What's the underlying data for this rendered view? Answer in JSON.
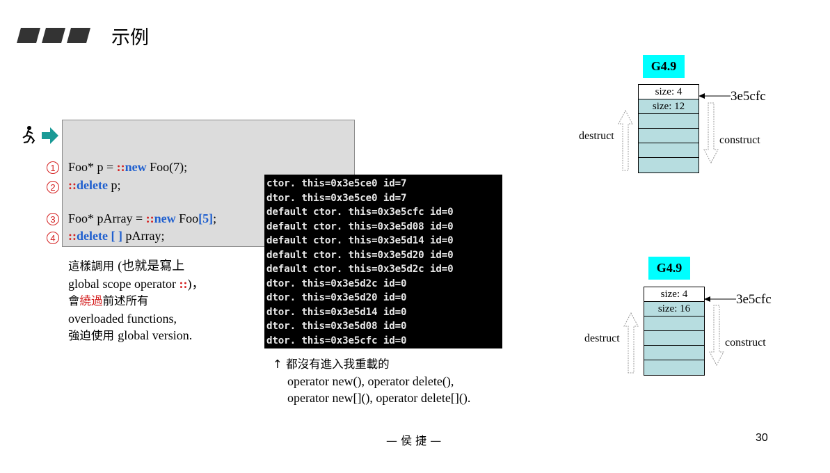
{
  "title": "示例",
  "code": {
    "line1": {
      "num": "1",
      "pre": "Foo* p = ",
      "op": "::",
      "kw": "new",
      "post": " Foo(7);"
    },
    "line2": {
      "num": "2",
      "op": "::",
      "kw": "delete",
      "post": " p;"
    },
    "line3": {
      "num": "3",
      "pre": "Foo* pArray = ",
      "op": "::",
      "kw": "new",
      "mid": " Foo",
      "br": "[5]",
      "post": ";"
    },
    "line4": {
      "num": "4",
      "op": "::",
      "kw": "delete [ ]",
      "post": " pArray;"
    }
  },
  "explanation": {
    "l1a": "這樣調用 ",
    "l1b": "(也就是寫上",
    "l2a": "global scope operator ",
    "l2op": "::",
    "l2b": ")，",
    "l3a": "會",
    "l3b": "繞過",
    "l3c": "前述所有",
    "l4": "overloaded functions,",
    "l5a": "強迫使用 ",
    "l5b": "global version."
  },
  "console_lines": [
    "ctor. this=0x3e5ce0 id=7",
    "dtor. this=0x3e5ce0 id=7",
    "default ctor. this=0x3e5cfc id=0",
    "default ctor. this=0x3e5d08 id=0",
    "default ctor. this=0x3e5d14 id=0",
    "default ctor. this=0x3e5d20 id=0",
    "default ctor. this=0x3e5d2c id=0",
    "dtor. this=0x3e5d2c id=0",
    "dtor. this=0x3e5d20 id=0",
    "dtor. this=0x3e5d14 id=0",
    "dtor. this=0x3e5d08 id=0",
    "dtor. this=0x3e5cfc id=0"
  ],
  "note": {
    "l1": "↑ 都沒有進入我重載的",
    "l2": "operator new(), operator delete(),",
    "l3": "operator new[](), operator delete[]()."
  },
  "diagram1": {
    "label": "G4.9",
    "cell0": "size: 4",
    "cell1": "size: 12",
    "address": "3e5cfc",
    "left_label": "destruct",
    "right_label": "construct"
  },
  "diagram2": {
    "label": "G4.9",
    "cell0": "size: 4",
    "cell1": "size: 16",
    "address": "3e5cfc",
    "left_label": "destruct",
    "right_label": "construct"
  },
  "footer": "— 侯 捷 —",
  "page_number": "30",
  "colors": {
    "accent_teal": "#1a9a96",
    "keyword_red": "#d42020",
    "keyword_blue": "#1f5fcf",
    "label_cyan": "#00ffff",
    "cell_blue": "#b7dde0"
  }
}
